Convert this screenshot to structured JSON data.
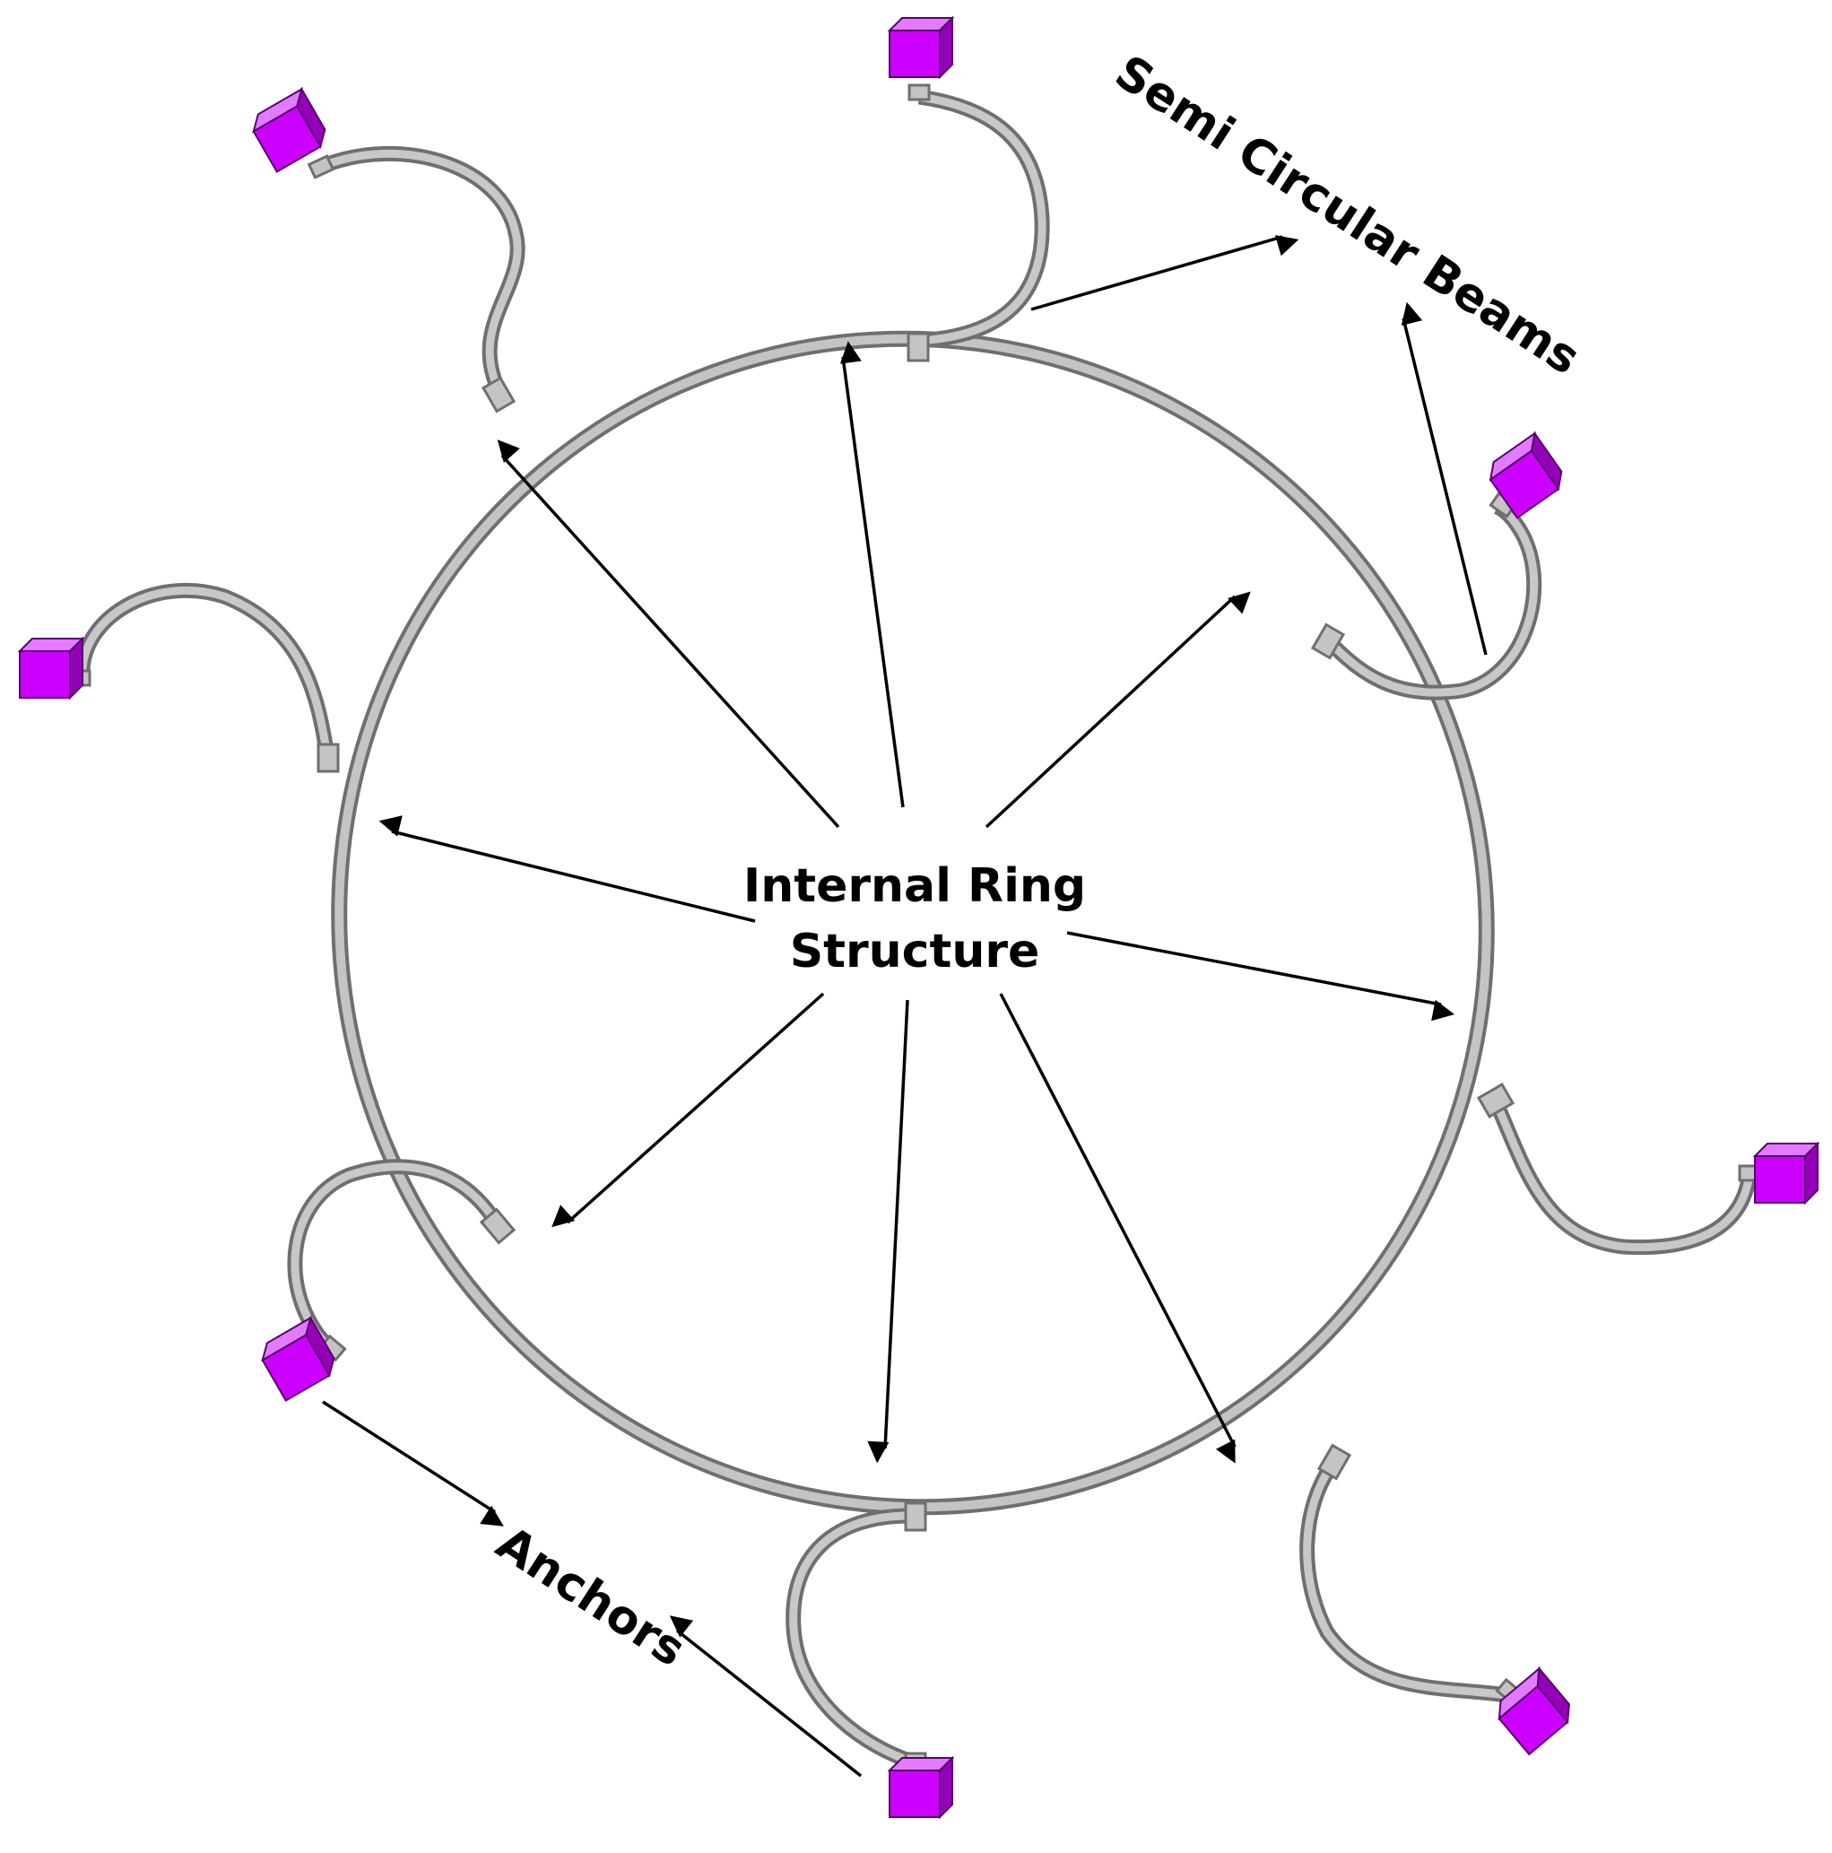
{
  "labels": {
    "semi_circular_beams": "Semi Circular Beams",
    "internal_ring_line1": "Internal Ring",
    "internal_ring_line2": "Structure",
    "anchors": "Anchors"
  },
  "colors": {
    "anchor_front": "#cc00ff",
    "anchor_side": "#9400b8",
    "anchor_top": "#e27bff",
    "structure_stroke": "#6f6f6f",
    "structure_fill": "#c4c4c4",
    "arrow": "#000000"
  }
}
